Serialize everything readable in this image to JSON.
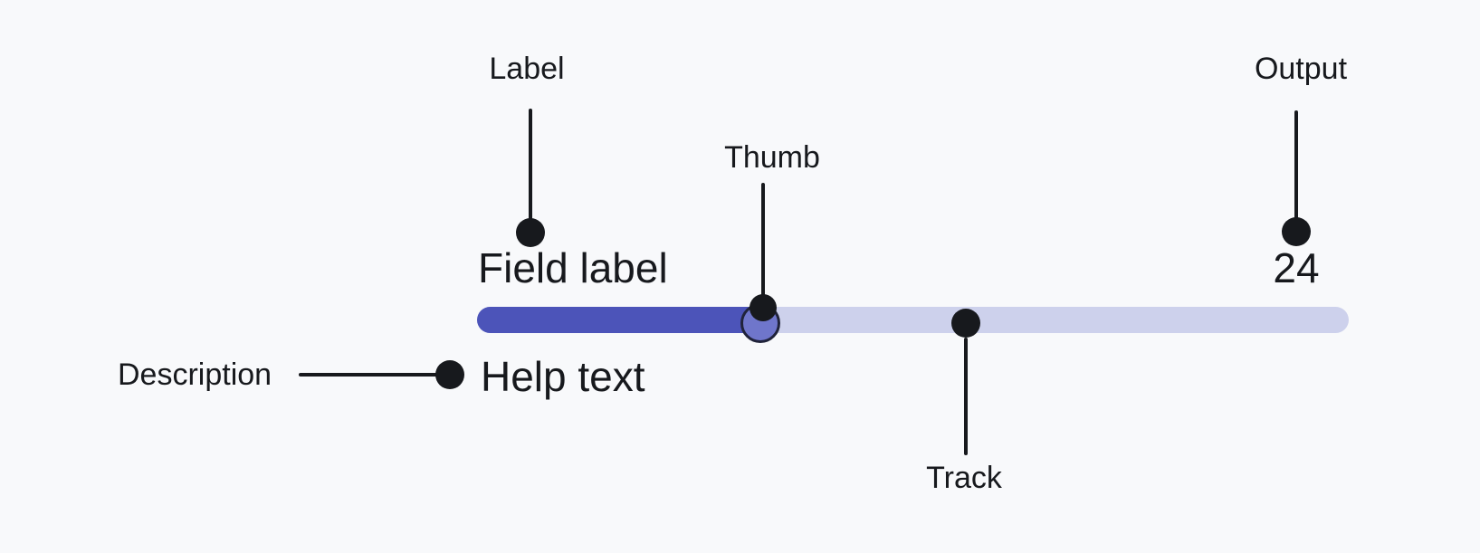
{
  "slider": {
    "field_label": "Field label",
    "help_text": "Help text",
    "output_value": "24"
  },
  "annotations": {
    "label": "Label",
    "thumb": "Thumb",
    "output": "Output",
    "track": "Track",
    "description": "Description"
  },
  "colors": {
    "background": "#f8f9fb",
    "track_fill": "#4c54b9",
    "track_rest": "#cdd1ec",
    "thumb_fill": "#6f76cb",
    "thumb_border": "#20233a",
    "annotation": "#17191d"
  }
}
